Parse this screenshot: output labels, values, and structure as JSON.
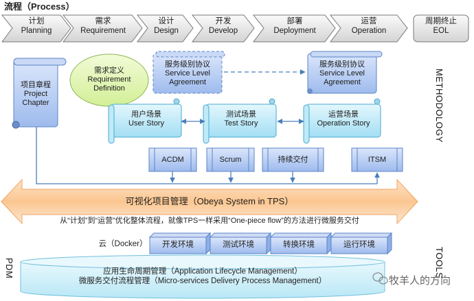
{
  "title": "流程（Process）",
  "process": [
    {
      "cn": "计划",
      "en": "Planning"
    },
    {
      "cn": "需求",
      "en": "Requirement"
    },
    {
      "cn": "设计",
      "en": "Design"
    },
    {
      "cn": "开发",
      "en": "Develop"
    },
    {
      "cn": "部署",
      "en": "Deployment"
    },
    {
      "cn": "运营",
      "en": "Operation"
    }
  ],
  "eol": {
    "cn": "周期终止",
    "en": "EOL"
  },
  "methodology": {
    "label": "METHODOLOGY",
    "project_chapter": {
      "cn": "项目章程",
      "en1": "Project",
      "en2": "Chapter"
    },
    "requirement_definition": {
      "cn": "需求定义",
      "en1": "Requirement",
      "en2": "Definition"
    },
    "sla_draft": {
      "cn": "服务级别协议",
      "en1": "Service Level",
      "en2": "Agreement"
    },
    "sla_final": {
      "cn": "服务级别协议",
      "en1": "Service Level",
      "en2": "Agreement"
    },
    "user_story": {
      "cn": "用户场景",
      "en": "User Story"
    },
    "test_story": {
      "cn": "测试场景",
      "en": "Test Story"
    },
    "operation_story": {
      "cn": "运营场景",
      "en": "Operation Story"
    },
    "methods": [
      "ACDM",
      "Scrum",
      "持续交付",
      "ITSM"
    ]
  },
  "obeya": {
    "title": "可视化项目管理（Obeya System in TPS）",
    "subtitle": "从“计划”到“运营”优化整体流程，就像TPS一样采用“One-piece flow”的方法进行微服务交付"
  },
  "tools": {
    "label": "TOOLS",
    "cloud_label": "云（Docker）",
    "environments": [
      "开发环境",
      "测试环境",
      "转换环境",
      "运行环境"
    ]
  },
  "pdm": {
    "label": "PDM",
    "line1": "应用生命周期管理（Application Lifecycle Management）",
    "line2": "微服务交付流程管理（Micro-services Delivery Process Management）"
  },
  "watermark": "牧羊人的方向",
  "colors": {
    "chevron_fill": "#e8e8e8",
    "blue_box": "#aac4f0",
    "cyan_scroll": "#b8e8f6",
    "ellipse": "#def5a8",
    "arrow_orange": "#fbc08f",
    "line_blue": "#4a7ebb"
  }
}
